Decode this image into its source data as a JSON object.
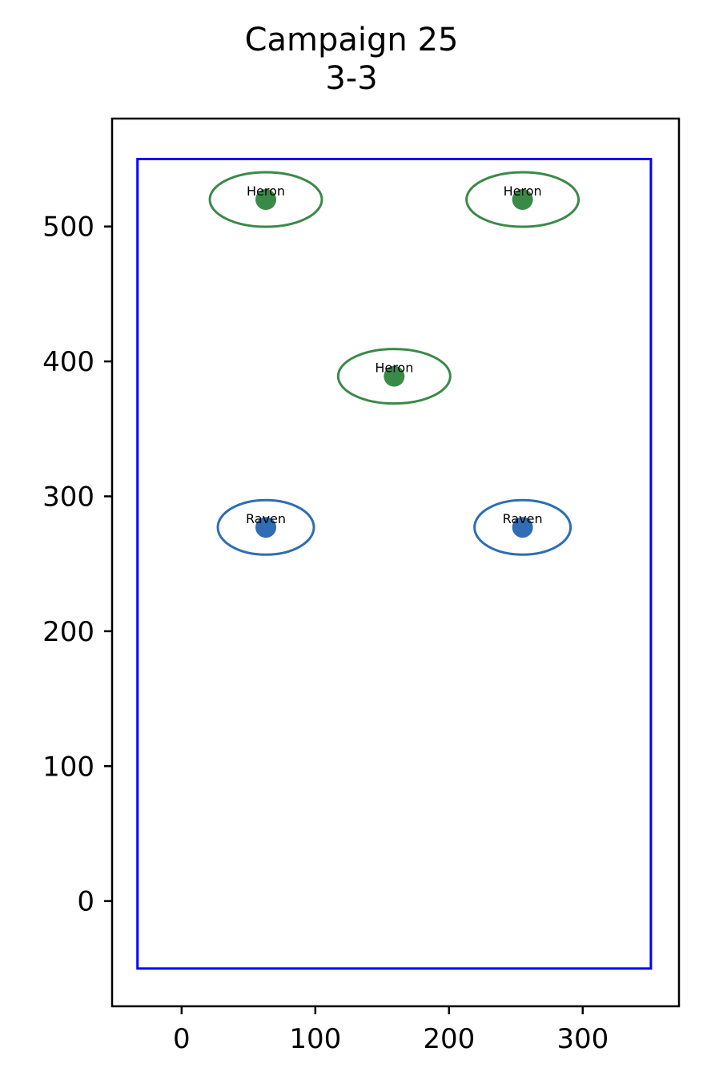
{
  "chart_data": {
    "type": "scatter",
    "title": "Campaign 25",
    "subtitle": "3-3",
    "xlim": [
      -52,
      372
    ],
    "ylim": [
      -78,
      580
    ],
    "xticks": [
      0,
      100,
      200,
      300
    ],
    "yticks": [
      0,
      100,
      200,
      300,
      400,
      500
    ],
    "boundary": {
      "x0": -33,
      "x1": 351,
      "y0": -50,
      "y1": 550,
      "color": "#0000ff"
    },
    "points": [
      {
        "label": "Heron",
        "x": 63,
        "y": 520,
        "color": "#3a8a47"
      },
      {
        "label": "Heron",
        "x": 255,
        "y": 520,
        "color": "#3a8a47"
      },
      {
        "label": "Heron",
        "x": 159,
        "y": 389,
        "color": "#3a8a47"
      },
      {
        "label": "Raven",
        "x": 63,
        "y": 277,
        "color": "#2f6db5"
      },
      {
        "label": "Raven",
        "x": 255,
        "y": 277,
        "color": "#2f6db5"
      }
    ],
    "grid": false,
    "legend": "none"
  }
}
